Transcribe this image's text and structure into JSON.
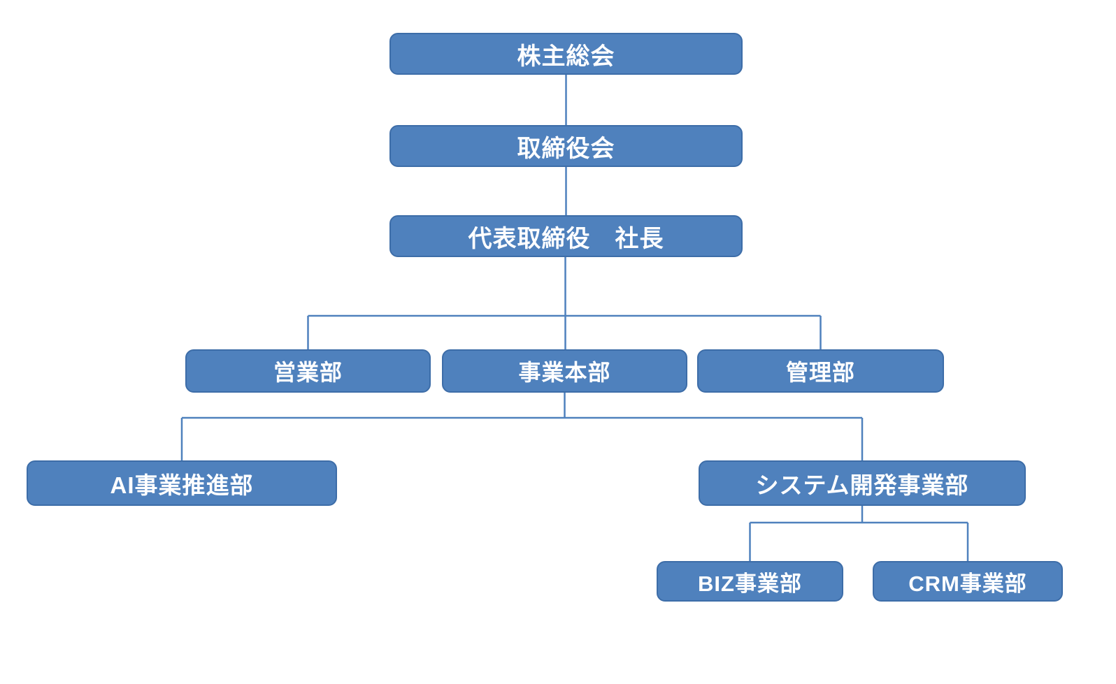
{
  "diagram": {
    "type": "org-chart",
    "language": "ja",
    "colors": {
      "node_fill": "#4f81bd",
      "node_border": "#3d6da8",
      "connector": "#4f81bd",
      "node_text": "#ffffff",
      "background": "#ffffff"
    },
    "nodes": [
      {
        "id": "shareholders-meeting",
        "label": "株主総会"
      },
      {
        "id": "board-of-directors",
        "label": "取締役会"
      },
      {
        "id": "president",
        "label": "代表取締役　社長"
      },
      {
        "id": "sales-dept",
        "label": "営業部"
      },
      {
        "id": "business-hq",
        "label": "事業本部"
      },
      {
        "id": "admin-dept",
        "label": "管理部"
      },
      {
        "id": "ai-business-promotion-dept",
        "label": "AI事業推進部"
      },
      {
        "id": "system-development-business-dept",
        "label": "システム開発事業部"
      },
      {
        "id": "biz-business-dept",
        "label": "BIZ事業部"
      },
      {
        "id": "crm-business-dept",
        "label": "CRM事業部"
      }
    ],
    "edges": [
      {
        "from": "shareholders-meeting",
        "to": "board-of-directors"
      },
      {
        "from": "board-of-directors",
        "to": "president"
      },
      {
        "from": "president",
        "to": "sales-dept"
      },
      {
        "from": "president",
        "to": "business-hq"
      },
      {
        "from": "president",
        "to": "admin-dept"
      },
      {
        "from": "business-hq",
        "to": "ai-business-promotion-dept"
      },
      {
        "from": "business-hq",
        "to": "system-development-business-dept"
      },
      {
        "from": "system-development-business-dept",
        "to": "biz-business-dept"
      },
      {
        "from": "system-development-business-dept",
        "to": "crm-business-dept"
      }
    ]
  }
}
